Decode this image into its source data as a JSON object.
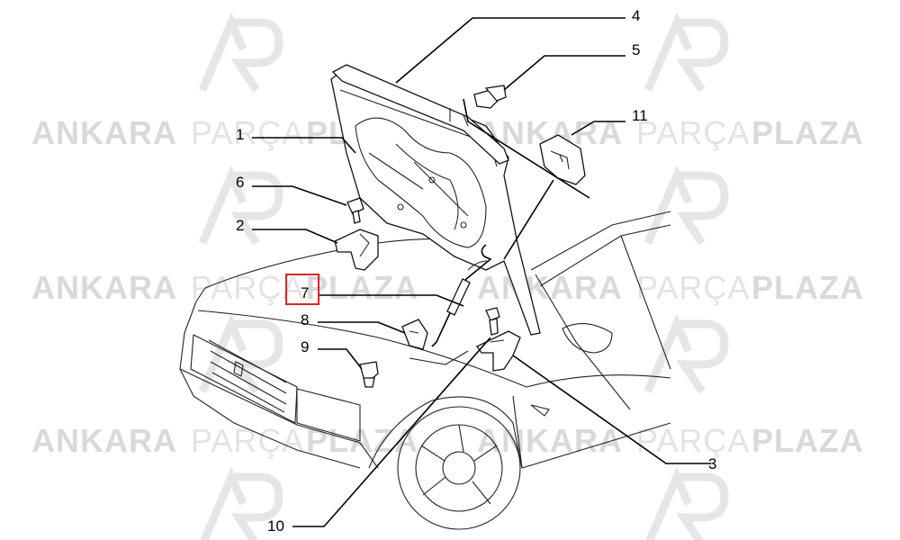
{
  "watermark": {
    "part1": "ANKARA",
    "part2": "PARÇA",
    "part3": "PLAZA"
  },
  "callouts": [
    "1",
    "2",
    "3",
    "4",
    "5",
    "6",
    "7",
    "8",
    "9",
    "10",
    "11"
  ],
  "highlighted_callout": "7",
  "colors": {
    "highlight": "#d62828",
    "watermark": "#d9d9d9",
    "line": "#000000"
  }
}
